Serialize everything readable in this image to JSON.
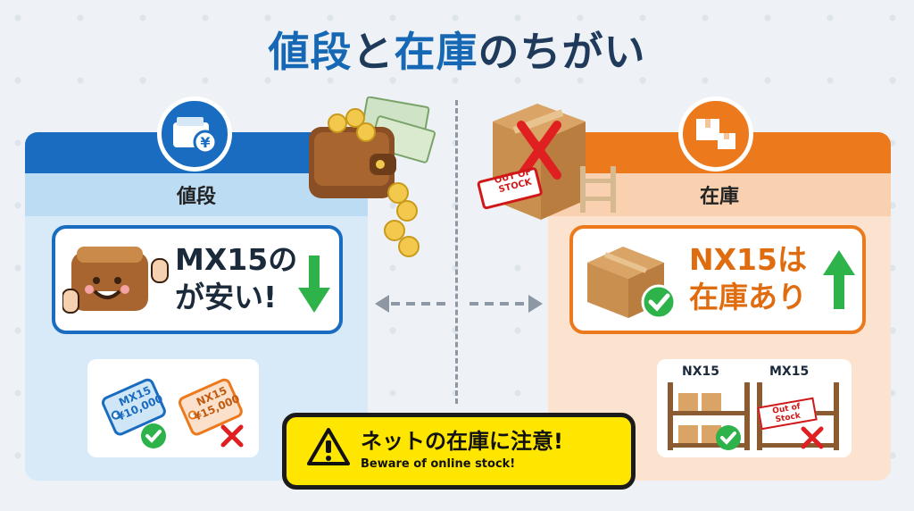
{
  "title": {
    "part1": "値段",
    "part2": "と",
    "part3": "在庫",
    "part4": "のちがい"
  },
  "left": {
    "heading": "値段",
    "message_line1": "MX15の",
    "message_line2": "が安い!",
    "tags": [
      {
        "model": "MX15",
        "price": "¥10,000"
      },
      {
        "model": "NX15",
        "price": "¥15,000"
      }
    ]
  },
  "right": {
    "heading": "在庫",
    "message_line1": "NX15は",
    "message_line2": "在庫あり",
    "shelves": [
      {
        "model": "NX15"
      },
      {
        "model": "MX15",
        "stamp": "Out of Stock"
      }
    ]
  },
  "center": {
    "stamp": "OUT OF STOCK"
  },
  "warning": {
    "main": "ネットの在庫に注意!",
    "sub": "Beware of online stock!"
  },
  "colors": {
    "blue": "#1a6cc0",
    "orange": "#ec7a1c",
    "green": "#2eb24a",
    "red": "#e02020",
    "yellow": "#ffe600"
  },
  "icons": [
    "wallet-yen-icon",
    "boxes-icon",
    "money-wallet-icon",
    "out-of-stock-box-icon",
    "empty-shelf-icon",
    "happy-wallet-icon",
    "arrow-down-icon",
    "box-check-icon",
    "arrow-up-icon",
    "price-tag-icon",
    "check-icon",
    "cross-icon",
    "shelf-icon",
    "warning-icon",
    "dashed-double-arrow-icon"
  ]
}
